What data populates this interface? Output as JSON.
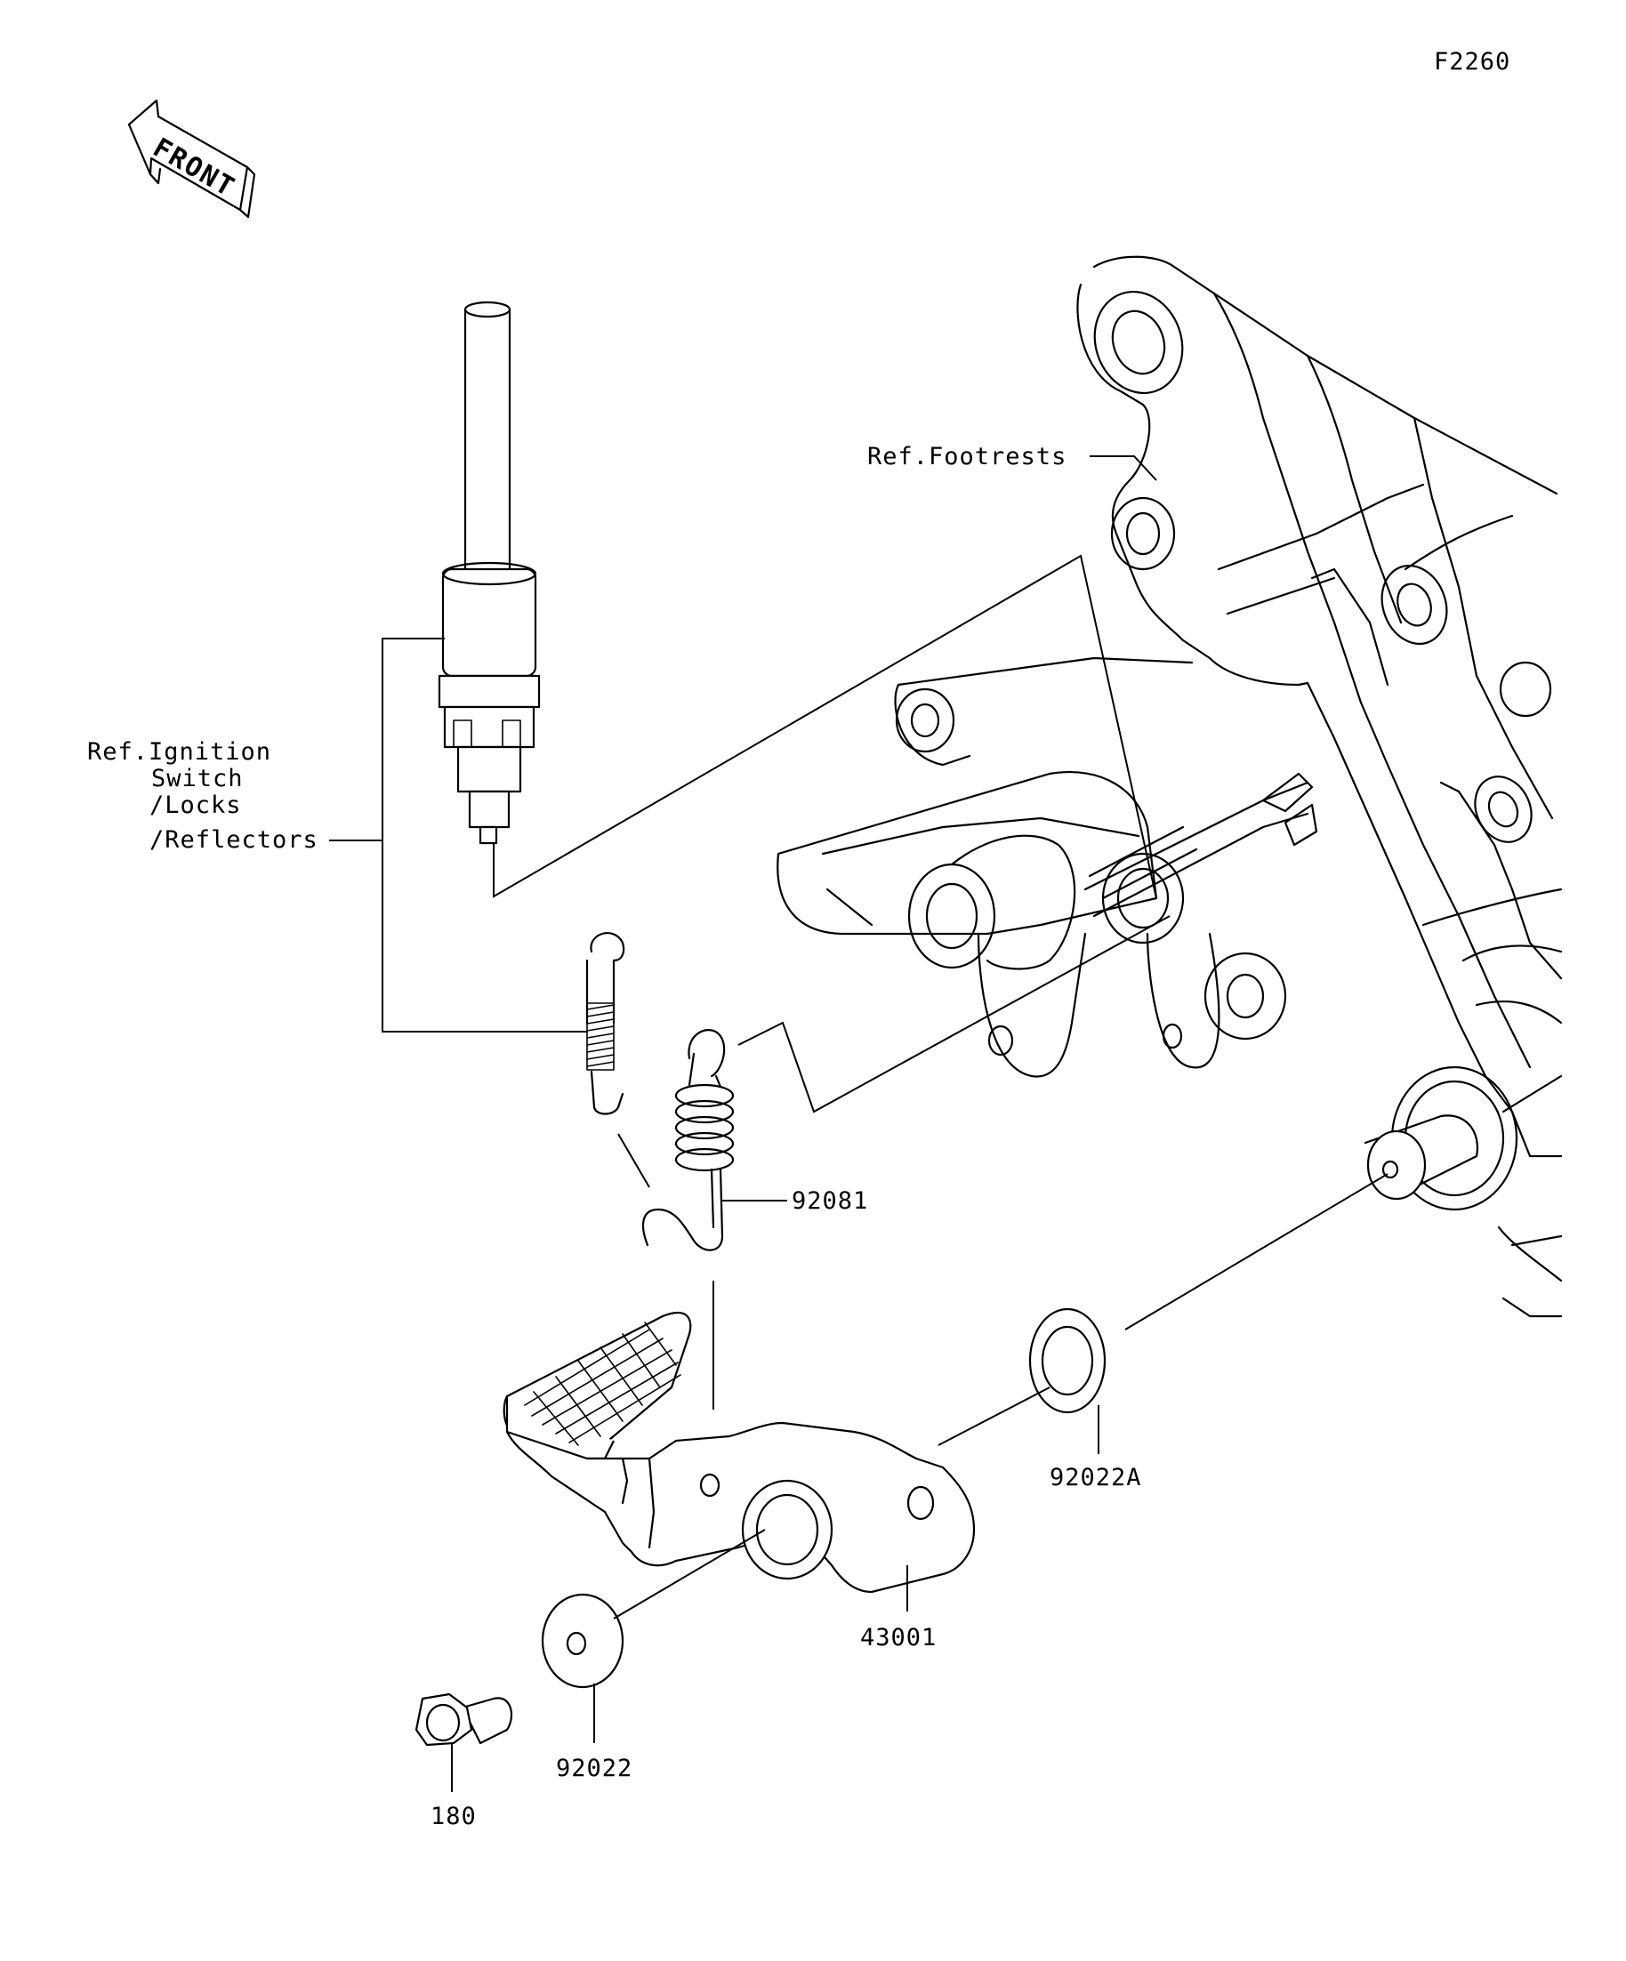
{
  "figure_code": "F2260",
  "front_label": "FRONT",
  "references": {
    "footrests": "Ref.Footrests",
    "ignition": [
      "Ref.Ignition",
      "Switch",
      "/Locks",
      "/Reflectors"
    ]
  },
  "part_numbers": {
    "return_spring": "92081",
    "pedal": "43001",
    "washer_a": "92022A",
    "washer": "92022",
    "bolt": "180"
  },
  "parts": [
    {
      "id": "brake-light-switch",
      "ref": "Ref.Ignition Switch /Locks /Reflectors"
    },
    {
      "id": "switch-spring",
      "ref": "Ref.Ignition Switch /Locks /Reflectors"
    },
    {
      "id": "return-spring",
      "number": "92081"
    },
    {
      "id": "brake-pedal",
      "number": "43001"
    },
    {
      "id": "washer-a",
      "number": "92022A"
    },
    {
      "id": "washer",
      "number": "92022"
    },
    {
      "id": "bolt",
      "number": "180"
    },
    {
      "id": "footrest-bracket",
      "ref": "Ref.Footrests"
    }
  ]
}
